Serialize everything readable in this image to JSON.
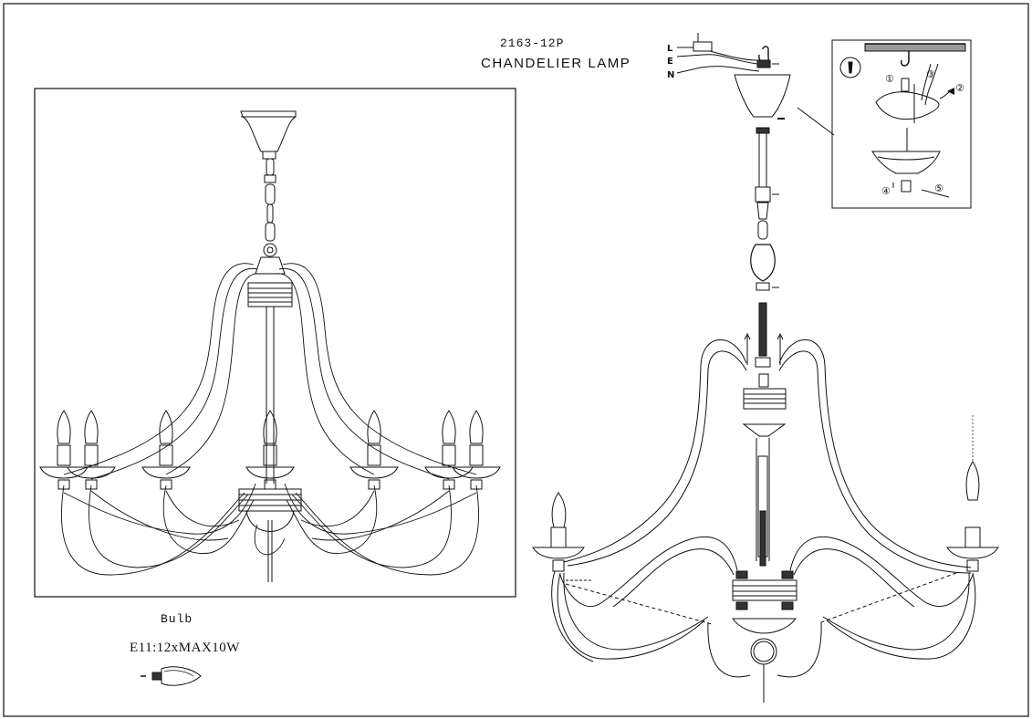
{
  "header": {
    "model": "2163-12P",
    "title": "CHANDELIER LAMP"
  },
  "bulb": {
    "label": "Bulb",
    "spec": "E11:12xMAX10W"
  },
  "wiring": {
    "live": "L",
    "earth": "E",
    "neutral": "N"
  },
  "steps": [
    "①",
    "②",
    "③",
    "④",
    "⑤"
  ],
  "colors": {
    "line": "#111111",
    "background": "#ffffff"
  }
}
